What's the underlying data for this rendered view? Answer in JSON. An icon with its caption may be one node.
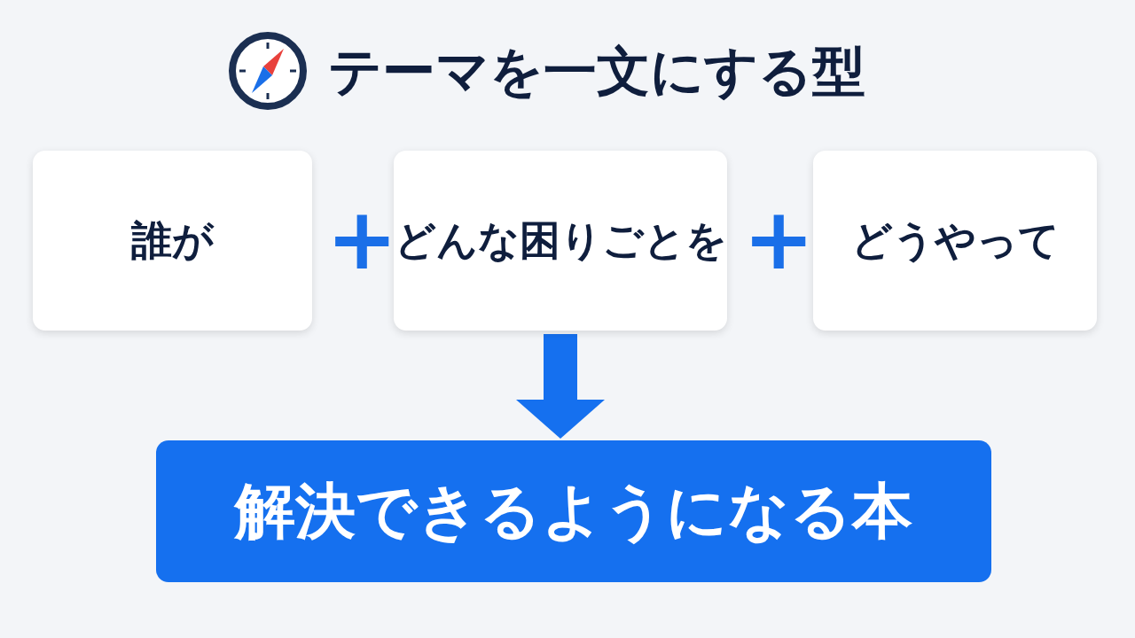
{
  "diagram": {
    "title": "テーマを一文にする型",
    "nodes": [
      {
        "text": [
          "誰が"
        ]
      },
      {
        "text": [
          "どんな困りごとを"
        ]
      },
      {
        "text": [
          "どうやって"
        ]
      },
      {
        "text": [
          "解決できるようになる本"
        ]
      }
    ],
    "edges": [
      {
        "from": 1,
        "to": 3,
        "arrow": "to"
      }
    ],
    "labels": [
      "+",
      "+"
    ]
  }
}
